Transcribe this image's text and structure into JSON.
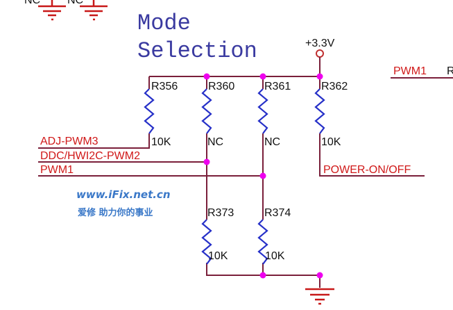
{
  "title_lines": [
    "Mode",
    "Selection"
  ],
  "power_rail": "+3.3V",
  "top_left_labels": [
    "NC",
    "NC"
  ],
  "resistors": [
    {
      "ref": "R356",
      "value": "10K"
    },
    {
      "ref": "R360",
      "value": "NC"
    },
    {
      "ref": "R361",
      "value": "NC"
    },
    {
      "ref": "R362",
      "value": "10K"
    },
    {
      "ref": "R373",
      "value": "10K"
    },
    {
      "ref": "R374",
      "value": "10K"
    }
  ],
  "nets": {
    "adj_pwm3": "ADJ-PWM3",
    "ddc_pwm2": "DDC/HWI2C-PWM2",
    "pwm1": "PWM1",
    "power_on_off": "POWER-ON/OFF",
    "pwm1_right": "PWM1",
    "right_cut": "R"
  },
  "watermark": {
    "line1": "www.iFix.net.cn",
    "line2": "爱修  助力你的事业"
  },
  "colors": {
    "wire": "#7a1f3a",
    "net_label": "#d01818",
    "resistor": "#2630c8",
    "junction": "#ee00ee",
    "title": "#3a3aa0"
  }
}
